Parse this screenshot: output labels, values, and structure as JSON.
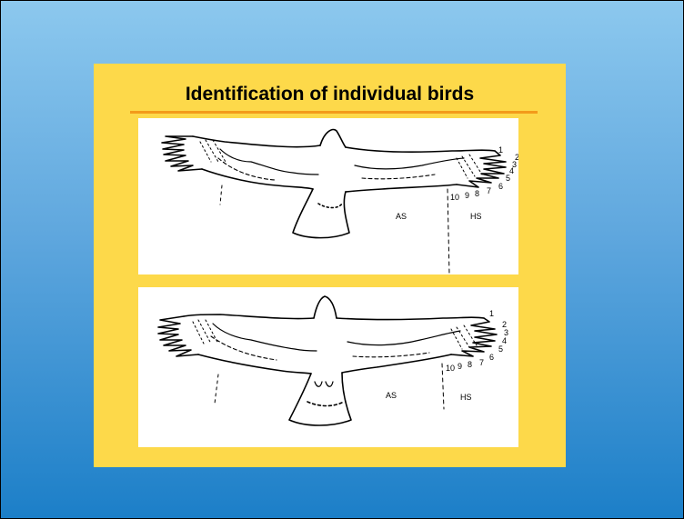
{
  "slide": {
    "title": "Identification of individual birds"
  },
  "figures": [
    {
      "wing_labels": [
        "1",
        "2",
        "3",
        "4",
        "5",
        "6",
        "7",
        "8",
        "9",
        "10"
      ],
      "section_left": "AS",
      "section_right": "HS"
    },
    {
      "wing_labels": [
        "1",
        "2",
        "3",
        "4",
        "5",
        "6",
        "7",
        "8",
        "9",
        "10"
      ],
      "section_left": "AS",
      "section_right": "HS"
    }
  ],
  "colors": {
    "background_top": "#8cc8ee",
    "background_bottom": "#1c7fc8",
    "panel": "#fdd94a",
    "title_rule": "#f39b1a"
  }
}
